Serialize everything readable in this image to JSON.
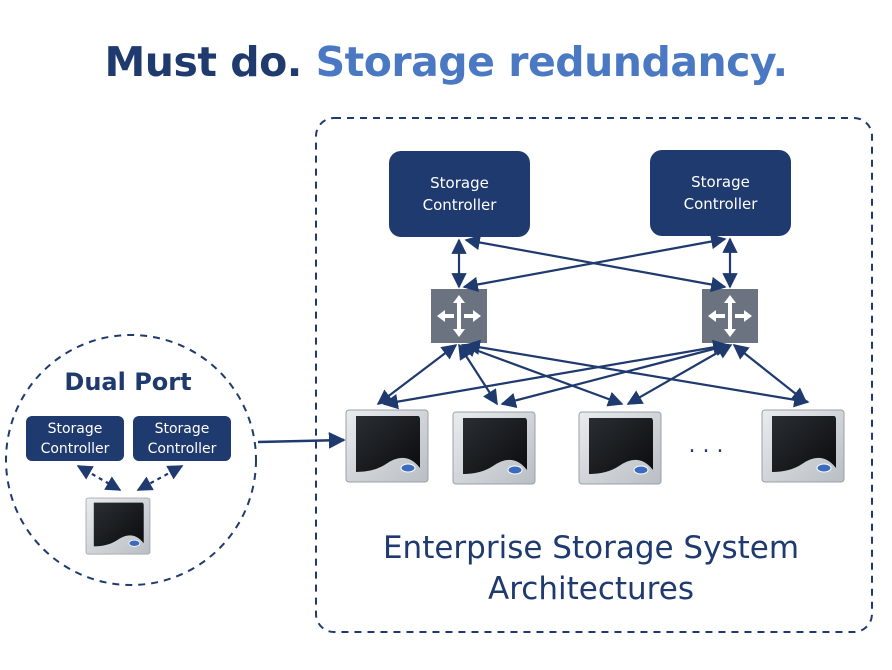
{
  "title": {
    "part1": "Must do.",
    "part2": "Storage redundancy."
  },
  "colors": {
    "dark_navy": "#1f3a6e",
    "accent_blue": "#4a78c2",
    "controller_fill": "#1f3a6e",
    "switch_fill": "#6b7280"
  },
  "dual_port": {
    "label": "Dual Port",
    "controllers": [
      {
        "line1": "Storage",
        "line2": "Controller"
      },
      {
        "line1": "Storage",
        "line2": "Controller"
      }
    ]
  },
  "enterprise": {
    "controllers": [
      {
        "line1": "Storage",
        "line2": "Controller"
      },
      {
        "line1": "Storage",
        "line2": "Controller"
      }
    ],
    "ellipsis": ". . .",
    "caption_line1": "Enterprise Storage System",
    "caption_line2": "Architectures"
  },
  "icons": {
    "switch": "network-switch-icon",
    "drive": "ssd-drive-icon"
  }
}
